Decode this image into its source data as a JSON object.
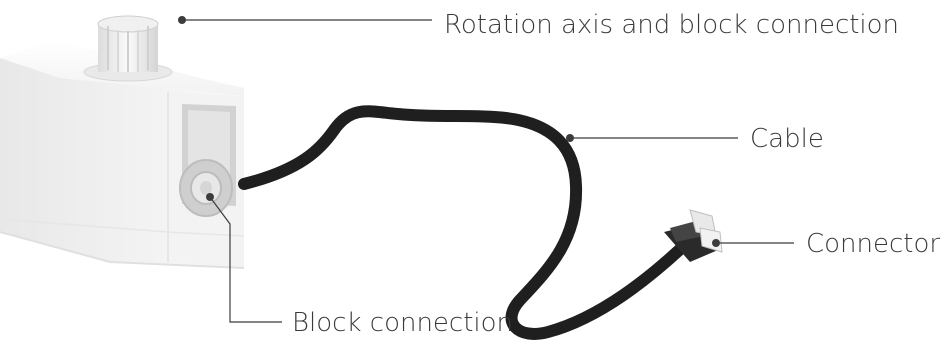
{
  "labels": {
    "rotation_axis": "Rotation axis and block connection",
    "cable": "Cable",
    "connector": "Connector",
    "block_connection": "Block connection"
  },
  "colors": {
    "block_body": "#f7f7f7",
    "cable": "#1f1f1f",
    "leader_line": "#3c3c3c",
    "label_text": "#3a3a3a"
  }
}
